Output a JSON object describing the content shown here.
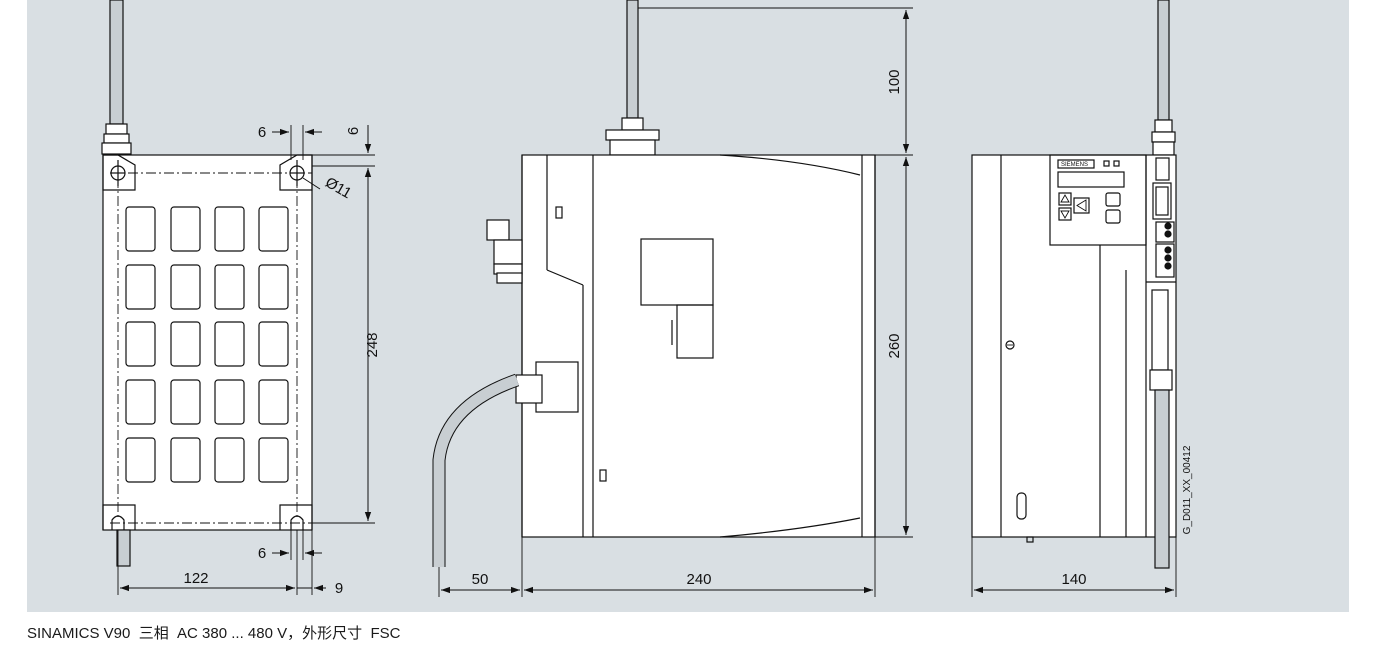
{
  "caption": "SINAMICS V90  三相  AC 380 ... 480 V，外形尺寸  FSC",
  "drawing_id": "G_D011_XX_00412",
  "brand_label": "SIEMENS",
  "colors": {
    "panel_background": "#d9dfe3",
    "body_fill": "#ffffff",
    "line": "#1a1a1a",
    "cable_fill": "#c8ced2"
  },
  "front_view": {
    "dim_width": "122",
    "dim_height": "248",
    "dim_top_offset": "6",
    "dim_top_margin": "6",
    "dim_hole": "Ø11",
    "dim_bottom_offset": "6",
    "dim_bottom_margin": "9"
  },
  "side_view": {
    "dim_cable_offset": "50",
    "dim_depth": "240",
    "dim_height": "260",
    "dim_top_clearance": "100"
  },
  "rear_view": {
    "dim_width": "140"
  }
}
